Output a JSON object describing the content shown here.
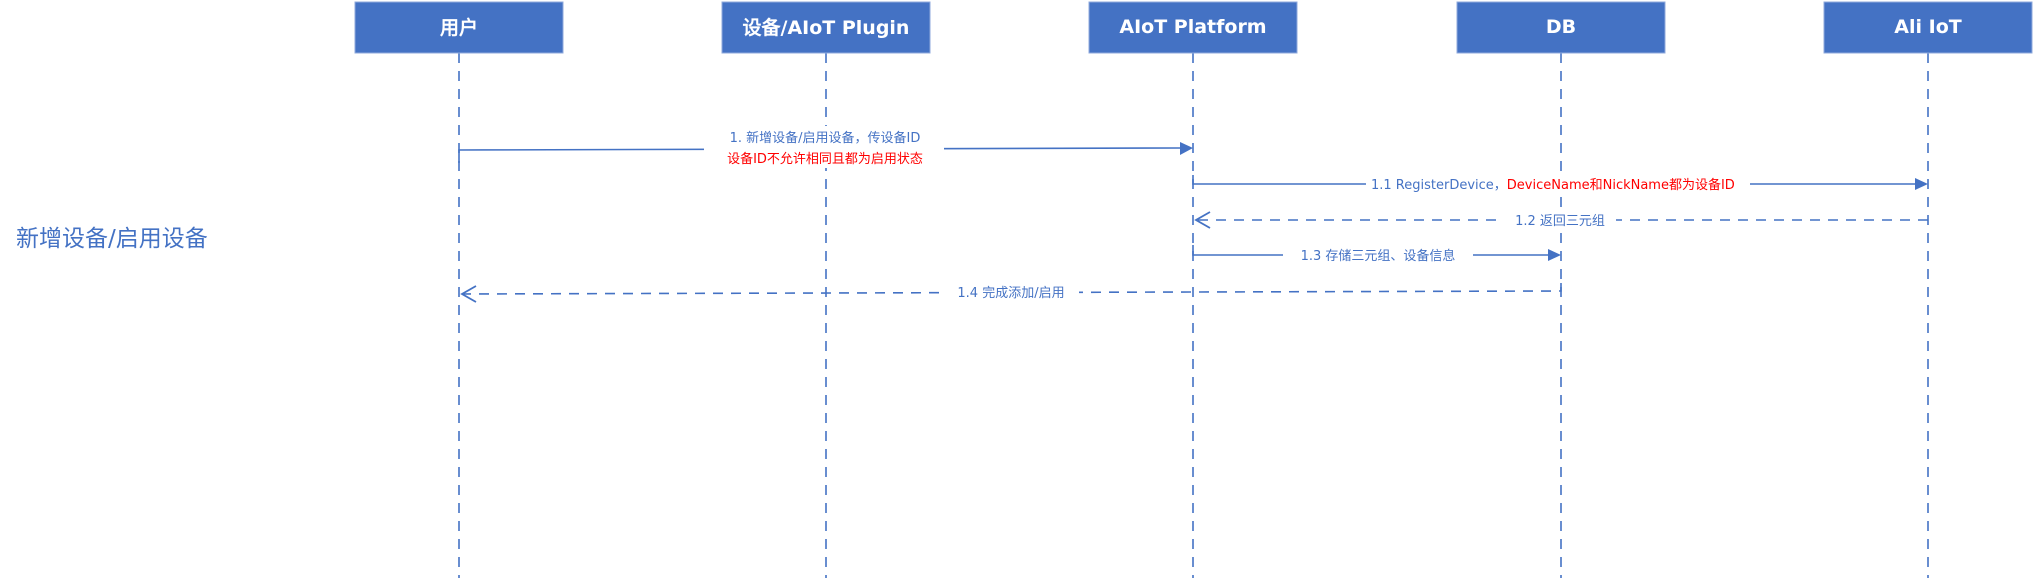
{
  "section_title": "新增设备/启用设备",
  "participants": [
    {
      "label": "用户"
    },
    {
      "label": "设备/AIoT Plugin"
    },
    {
      "label": "AIoT Platform"
    },
    {
      "label": "DB"
    },
    {
      "label": "Ali IoT"
    }
  ],
  "messages": [
    {
      "step": "1",
      "line1": "1. 新增设备/启用设备，传设备ID",
      "line2": "设备ID不允许相同且都为启用状态",
      "from": "用户",
      "to": "AIoT Platform",
      "style": "solid"
    },
    {
      "step": "1.1",
      "text_blue": "1.1 RegisterDevice，",
      "text_red": "DeviceName和NickName都为设备ID",
      "from": "AIoT Platform",
      "to": "Ali IoT",
      "style": "solid"
    },
    {
      "step": "1.2",
      "text": "1.2 返回三元组",
      "from": "Ali IoT",
      "to": "AIoT Platform",
      "style": "dashed"
    },
    {
      "step": "1.3",
      "text": "1.3 存储三元组、设备信息",
      "from": "AIoT Platform",
      "to": "DB",
      "style": "solid"
    },
    {
      "step": "1.4",
      "text": "1.4 完成添加/启用",
      "from": "DB",
      "to": "用户",
      "style": "dashed"
    }
  ],
  "colors": {
    "accent": "#4472c4",
    "highlight": "#ff0000"
  }
}
